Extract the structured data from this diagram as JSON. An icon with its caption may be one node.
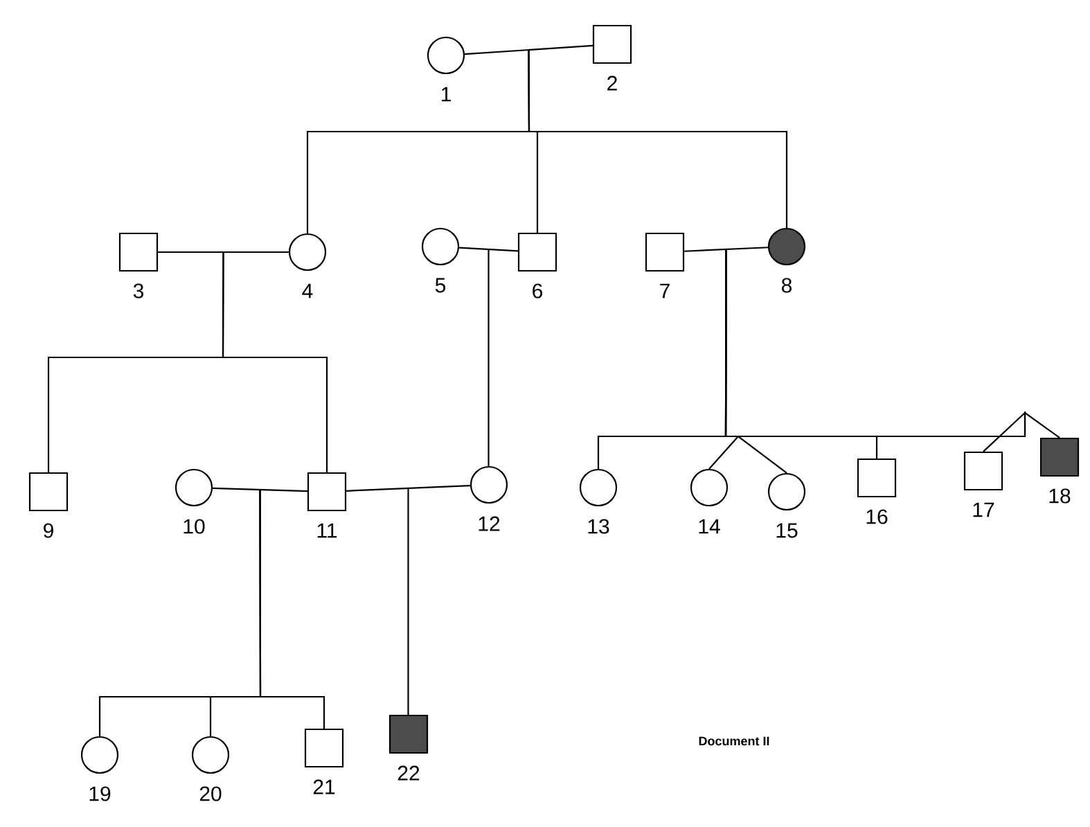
{
  "diagram": {
    "nodes": [
      {
        "text": [],
        "shape": "circle",
        "beside": [
          "1"
        ]
      },
      {
        "text": [],
        "shape": "box",
        "beside": [
          "2"
        ]
      },
      {
        "text": [],
        "shape": "box",
        "beside": [
          "3"
        ]
      },
      {
        "text": [],
        "shape": "circle",
        "beside": [
          "4"
        ]
      },
      {
        "text": [],
        "shape": "circle",
        "beside": [
          "5"
        ]
      },
      {
        "text": [],
        "shape": "box",
        "beside": [
          "6"
        ]
      },
      {
        "text": [],
        "shape": "box",
        "beside": [
          "7"
        ]
      },
      {
        "text": [],
        "shape": "filled-circle",
        "beside": [
          "8"
        ]
      },
      {
        "text": [],
        "shape": "box",
        "beside": [
          "9"
        ]
      },
      {
        "text": [],
        "shape": "circle",
        "beside": [
          "10"
        ]
      },
      {
        "text": [],
        "shape": "box",
        "beside": [
          "11"
        ]
      },
      {
        "text": [],
        "shape": "circle",
        "beside": [
          "12"
        ]
      },
      {
        "text": [],
        "shape": "circle",
        "beside": [
          "13"
        ]
      },
      {
        "text": [],
        "shape": "circle",
        "beside": [
          "14"
        ]
      },
      {
        "text": [],
        "shape": "circle",
        "beside": [
          "15"
        ]
      },
      {
        "text": [],
        "shape": "box",
        "beside": [
          "16"
        ]
      },
      {
        "text": [],
        "shape": "box",
        "beside": [
          "17"
        ]
      },
      {
        "text": [],
        "shape": "filled-box",
        "beside": [
          "18"
        ]
      },
      {
        "text": [],
        "shape": "circle",
        "beside": [
          "19"
        ]
      },
      {
        "text": [],
        "shape": "circle",
        "beside": [
          "20"
        ]
      },
      {
        "text": [],
        "shape": "box",
        "beside": [
          "21"
        ]
      },
      {
        "text": [],
        "shape": "filled-box",
        "beside": [
          "22"
        ]
      }
    ],
    "edges": [
      {
        "from": 0,
        "to": 1,
        "arrow": "none"
      },
      {
        "from": 2,
        "to": 3,
        "arrow": "none"
      },
      {
        "from": 4,
        "to": 5,
        "arrow": "none"
      },
      {
        "from": 6,
        "to": 7,
        "arrow": "none"
      },
      {
        "from": 9,
        "to": 10,
        "arrow": "none"
      },
      {
        "from": 10,
        "to": 11,
        "arrow": "none"
      },
      {
        "from": 0,
        "to": 3,
        "arrow": "none"
      },
      {
        "from": 0,
        "to": 5,
        "arrow": "none"
      },
      {
        "from": 0,
        "to": 7,
        "arrow": "none"
      },
      {
        "from": 2,
        "to": 8,
        "arrow": "none"
      },
      {
        "from": 2,
        "to": 10,
        "arrow": "none"
      },
      {
        "from": 4,
        "to": 11,
        "arrow": "none"
      },
      {
        "from": 6,
        "to": 12,
        "arrow": "none"
      },
      {
        "from": 6,
        "to": 13,
        "arrow": "none"
      },
      {
        "from": 6,
        "to": 14,
        "arrow": "none"
      },
      {
        "from": 6,
        "to": 15,
        "arrow": "none"
      },
      {
        "from": 6,
        "to": 16,
        "arrow": "none"
      },
      {
        "from": 6,
        "to": 17,
        "arrow": "none"
      },
      {
        "from": 9,
        "to": 18,
        "arrow": "none"
      },
      {
        "from": 9,
        "to": 19,
        "arrow": "none"
      },
      {
        "from": 9,
        "to": 20,
        "arrow": "none"
      },
      {
        "from": 10,
        "to": 21,
        "arrow": "none"
      }
    ],
    "labels": [
      "**Document II**"
    ]
  }
}
